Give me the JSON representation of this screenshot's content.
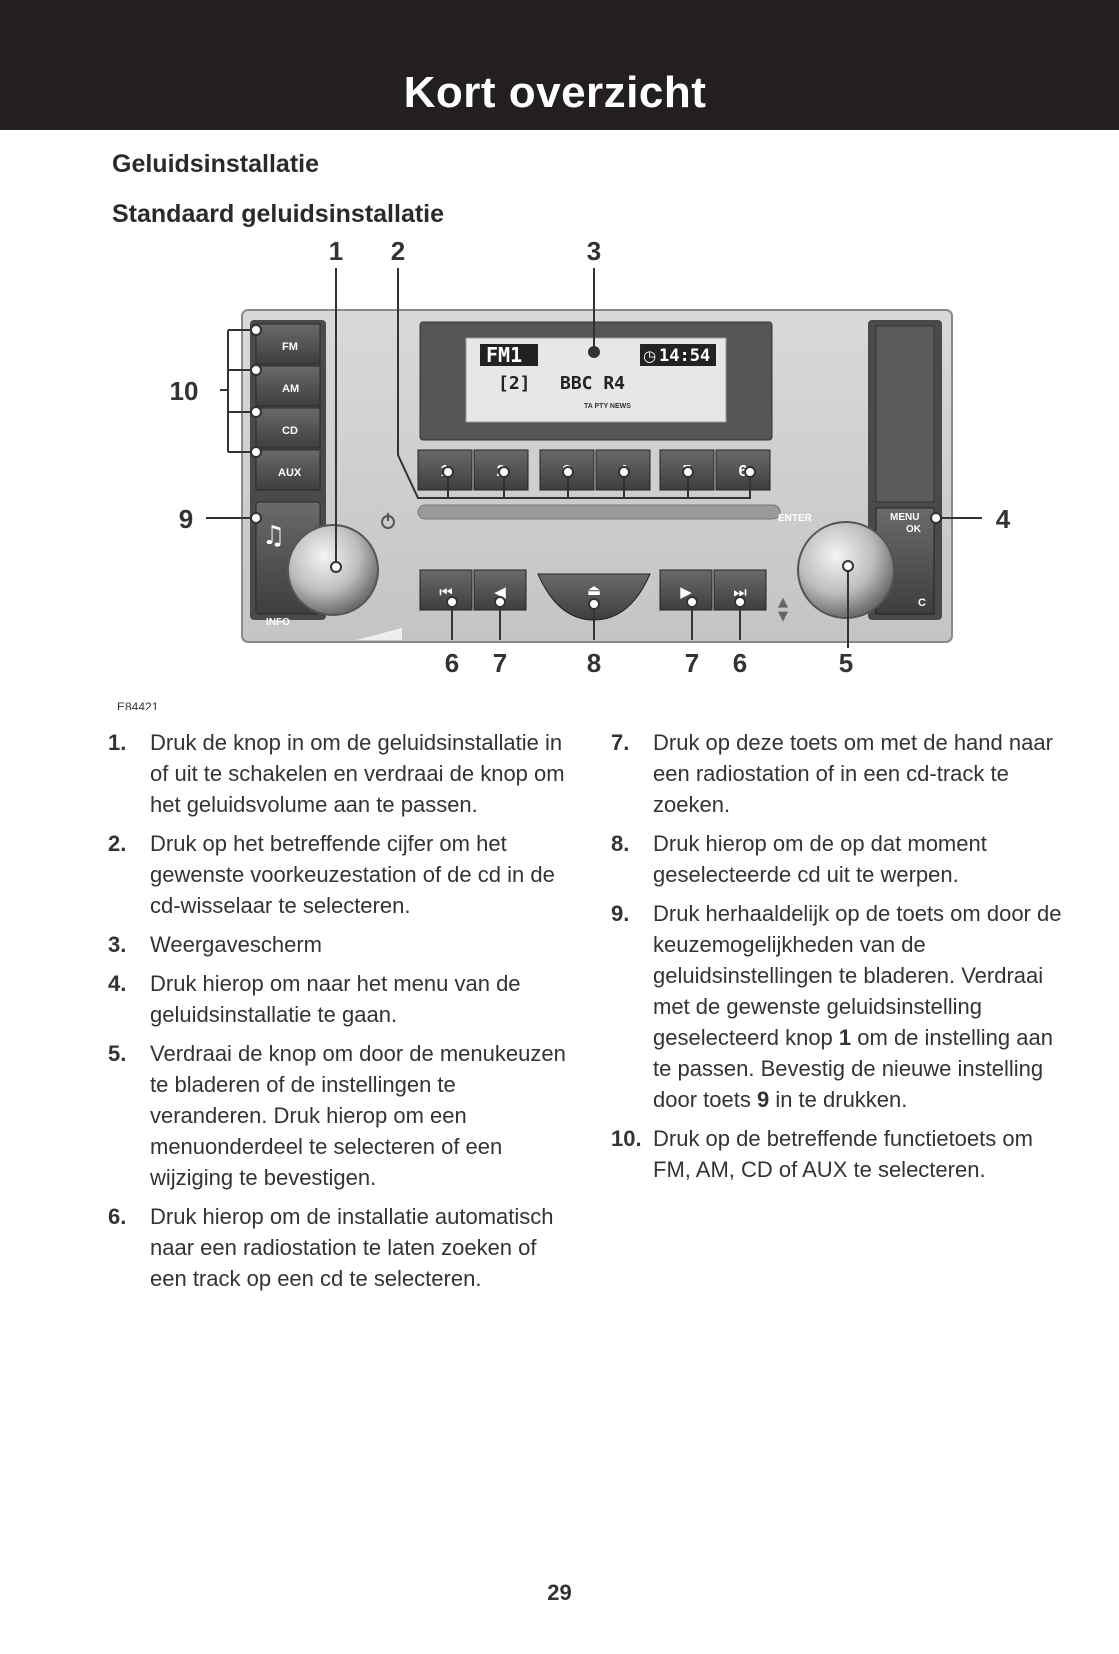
{
  "header": {
    "title": "Kort overzicht"
  },
  "sections": {
    "title": "Geluidsinstallatie",
    "subtitle": "Standaard geluidsinstallatie"
  },
  "figure": {
    "code": "E84421",
    "callouts": {
      "c1": "1",
      "c2": "2",
      "c3": "3",
      "c4": "4",
      "c5": "5",
      "c6a": "6",
      "c7a": "7",
      "c8": "8",
      "c7b": "7",
      "c6b": "6",
      "c9": "9",
      "c10": "10"
    },
    "display": {
      "band": "FM1",
      "clock": "14:54",
      "preset": "[2]",
      "station": "BBC R4",
      "flags": "TA PTY NEWS"
    },
    "buttons": {
      "fm": "FM",
      "am": "AM",
      "cd": "CD",
      "aux": "AUX",
      "info": "INFO",
      "enter": "ENTER",
      "menu": "MENU",
      "ok": "OK",
      "c": "C",
      "presets": [
        "1",
        "2",
        "3",
        "4",
        "5",
        "6"
      ]
    }
  },
  "items": [
    {
      "num": "1.",
      "text": "Druk de knop in om de geluidsinstallatie in of uit te schakelen en verdraai de knop om het geluidsvolume aan te passen."
    },
    {
      "num": "2.",
      "text": "Druk op het betreffende cijfer om het gewenste voorkeuzestation of de cd in de cd-wisselaar te selecteren."
    },
    {
      "num": "3.",
      "text": "Weergavescherm"
    },
    {
      "num": "4.",
      "text": "Druk hierop om naar het menu van de geluidsinstallatie te gaan."
    },
    {
      "num": "5.",
      "text": "Verdraai de knop om door de menukeuzen te bladeren of de instellingen te veranderen. Druk hierop om een menuonderdeel te selecteren of een wijziging te bevestigen."
    },
    {
      "num": "6.",
      "text": "Druk hierop om de installatie automatisch naar een radiostation te laten zoeken of een track op een cd te selecteren."
    },
    {
      "num": "7.",
      "text": "Druk op deze toets om met de hand naar een radiostation of in een cd-track te zoeken."
    },
    {
      "num": "8.",
      "text": "Druk hierop om de op dat moment geselecteerde cd uit te werpen."
    },
    {
      "num": "9.",
      "text_a": "Druk herhaaldelijk op de toets om door de keuzemogelijkheden van de geluidsinstellingen te bladeren. Verdraai met de gewenste geluidsinstelling geselecteerd knop ",
      "ref_a": "1",
      "text_b": " om de instelling aan te passen. Bevestig de nieuwe instelling door toets ",
      "ref_b": "9",
      "text_c": " in te drukken."
    },
    {
      "num": "10.",
      "text": "Druk op de betreffende functietoets om FM, AM, CD of AUX te selecteren."
    }
  ],
  "page_number": "29"
}
